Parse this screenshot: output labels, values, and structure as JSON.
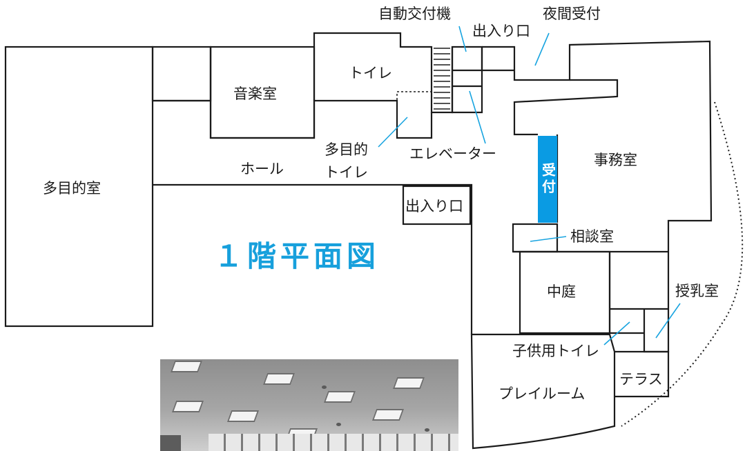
{
  "map": {
    "title": "１階平面図",
    "accent_color": "#17a0dc",
    "reception_color": "#0a9be3",
    "rooms": {
      "multipurpose_room": "多目的室",
      "music_room": "音楽室",
      "toilet": "トイレ",
      "hall": "ホール",
      "office": "事務室",
      "consultation_room": "相談室",
      "courtyard": "中庭",
      "nursing_room": "授乳室",
      "playroom": "プレイルーム",
      "terrace": "テラス",
      "reception": "受付"
    },
    "callouts": {
      "ticket_machine": "自動交付機",
      "entrance_north": "出入り口",
      "night_reception": "夜間受付",
      "accessible_toilet_line1": "多目的",
      "accessible_toilet_line2": "トイレ",
      "elevator": "エレベーター",
      "entrance_south": "出入り口",
      "kids_toilet": "子供用トイレ"
    }
  },
  "photo": {
    "description_icon": "interior-photo"
  }
}
